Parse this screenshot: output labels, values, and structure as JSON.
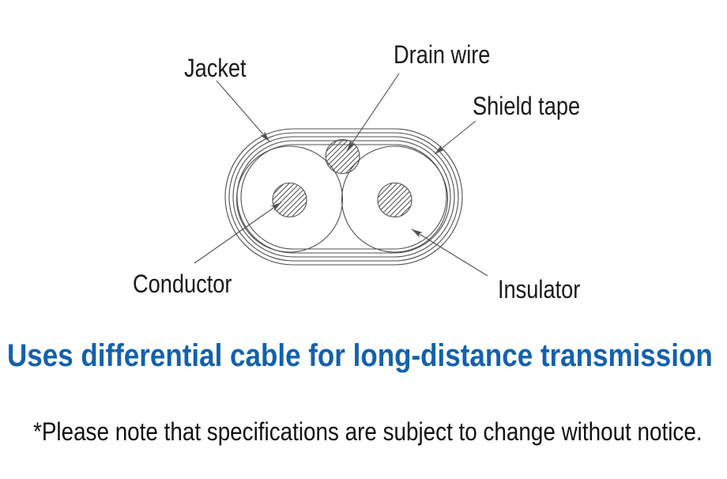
{
  "figure": {
    "labels": {
      "jacket": "Jacket",
      "drain_wire": "Drain wire",
      "shield_tape": "Shield tape",
      "conductor": "Conductor",
      "insulator": "Insulator"
    }
  },
  "headline": "Uses differential cable for long-distance transmission",
  "note": "*Please note that specifications are subject to change without notice.",
  "colors": {
    "background": "#ffffff",
    "line": "#4f4f4f",
    "text": "#1a1a1a",
    "headline": "#1261ae",
    "note": "#111111"
  }
}
